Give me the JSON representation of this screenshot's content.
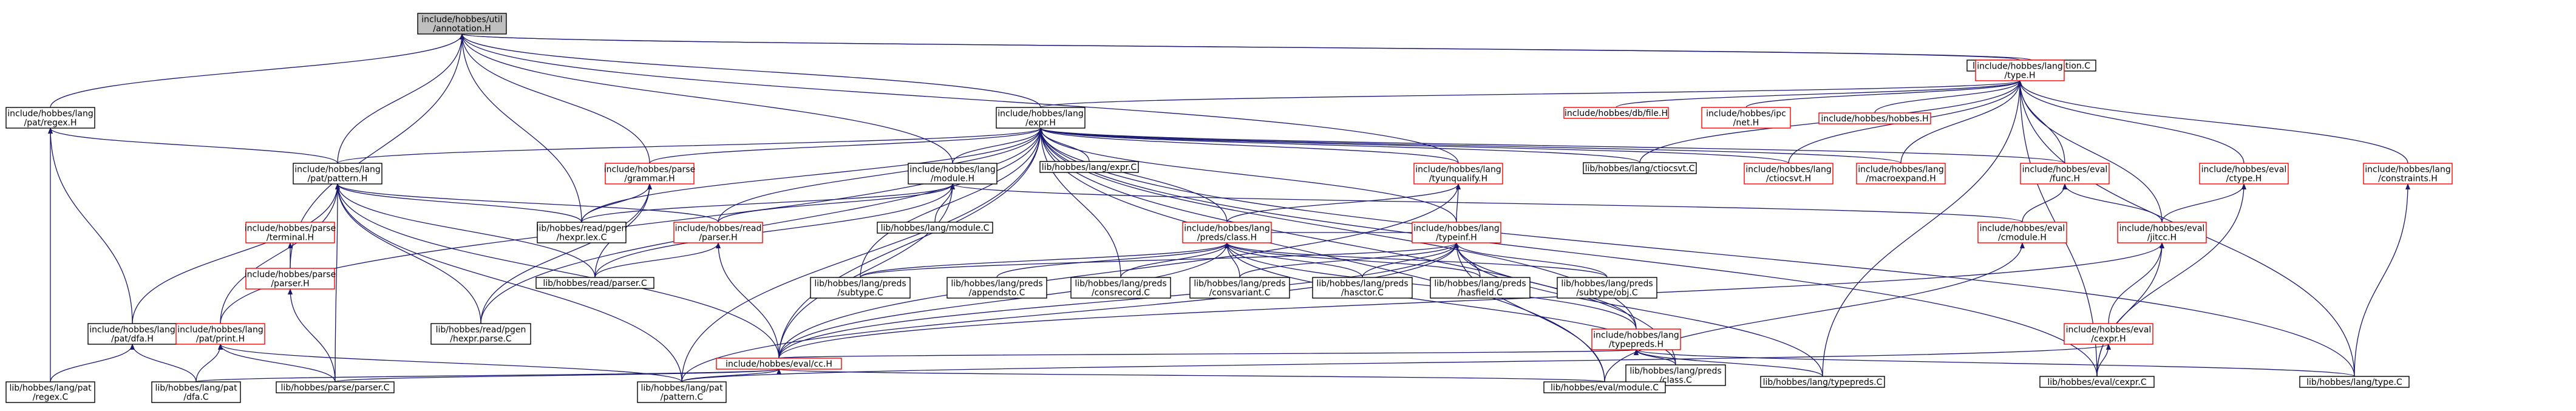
{
  "colors": {
    "edge": "#191970",
    "root_fill": "#bfbfbf",
    "node_fill": "#ffffff",
    "node_border": "#000000",
    "highlight_border": "#ff0000",
    "text": "#000000"
  },
  "nodes": [
    {
      "id": "annotation_h",
      "lines": [
        "include/hobbes/util",
        "/annotation.H"
      ],
      "border": "root"
    },
    {
      "id": "lang_regex_h",
      "lines": [
        "include/hobbes/lang",
        "/pat/regex.H"
      ],
      "border": "black"
    },
    {
      "id": "annotation_c",
      "lines": [
        "lib/hobbes/util/annotation.C"
      ],
      "border": "black"
    },
    {
      "id": "lang_type_h",
      "lines": [
        "include/hobbes/lang",
        "/type.H"
      ],
      "border": "red"
    },
    {
      "id": "lang_expr_h",
      "lines": [
        "include/hobbes/lang",
        "/expr.H"
      ],
      "border": "black"
    },
    {
      "id": "pattern_h",
      "lines": [
        "include/hobbes/lang",
        "/pat/pattern.H"
      ],
      "border": "black"
    },
    {
      "id": "grammar_h",
      "lines": [
        "include/hobbes/parse",
        "/grammar.H"
      ],
      "border": "red"
    },
    {
      "id": "module_h",
      "lines": [
        "include/hobbes/lang",
        "/module.H"
      ],
      "border": "black"
    },
    {
      "id": "expr_c",
      "lines": [
        "lib/hobbes/lang/expr.C"
      ],
      "border": "black"
    },
    {
      "id": "tyunqualify_h",
      "lines": [
        "include/hobbes/lang",
        "/tyunqualify.H"
      ],
      "border": "red"
    },
    {
      "id": "ctiocsvt_c",
      "lines": [
        "lib/hobbes/lang/ctiocsvt.C"
      ],
      "border": "black"
    },
    {
      "id": "ctiocsvt_h",
      "lines": [
        "include/hobbes/lang",
        "/ctiocsvt.H"
      ],
      "border": "red"
    },
    {
      "id": "macroexpand_h",
      "lines": [
        "include/hobbes/lang",
        "/macroexpand.H"
      ],
      "border": "red"
    },
    {
      "id": "eval_func_h",
      "lines": [
        "include/hobbes/eval",
        "/func.H"
      ],
      "border": "red"
    },
    {
      "id": "eval_ctype_h",
      "lines": [
        "include/hobbes/eval",
        "/ctype.H"
      ],
      "border": "red"
    },
    {
      "id": "constraints_h",
      "lines": [
        "include/hobbes/lang",
        "/constraints.H"
      ],
      "border": "red"
    },
    {
      "id": "db_file_h",
      "lines": [
        "include/hobbes/db/file.H"
      ],
      "border": "red"
    },
    {
      "id": "ipc_net_h",
      "lines": [
        "include/hobbes/ipc",
        "/net.H"
      ],
      "border": "red"
    },
    {
      "id": "hobbes_h",
      "lines": [
        "include/hobbes/hobbes.H"
      ],
      "border": "red"
    },
    {
      "id": "parse_terminal_h",
      "lines": [
        "include/hobbes/parse",
        "/terminal.H"
      ],
      "border": "red"
    },
    {
      "id": "parse_parser_h",
      "lines": [
        "include/hobbes/parse",
        "/parser.H"
      ],
      "border": "red"
    },
    {
      "id": "hexpr_lex_c",
      "lines": [
        "lib/hobbes/read/pgen",
        "/hexpr.lex.C"
      ],
      "border": "black"
    },
    {
      "id": "read_parser_h",
      "lines": [
        "include/hobbes/read",
        "/parser.H"
      ],
      "border": "red"
    },
    {
      "id": "module_c",
      "lines": [
        "lib/hobbes/lang/module.C"
      ],
      "border": "black"
    },
    {
      "id": "preds_class_h",
      "lines": [
        "include/hobbes/lang",
        "/preds/class.H"
      ],
      "border": "red"
    },
    {
      "id": "typeinf_h",
      "lines": [
        "include/hobbes/lang",
        "/typeinf.H"
      ],
      "border": "red"
    },
    {
      "id": "eval_cmodule_h",
      "lines": [
        "include/hobbes/eval",
        "/cmodule.H"
      ],
      "border": "red"
    },
    {
      "id": "eval_jitcc_h",
      "lines": [
        "include/hobbes/eval",
        "/jitcc.H"
      ],
      "border": "red"
    },
    {
      "id": "read_parser_c",
      "lines": [
        "lib/hobbes/read/parser.C"
      ],
      "border": "black"
    },
    {
      "id": "preds_subtype_c",
      "lines": [
        "lib/hobbes/lang/preds",
        "/subtype.C"
      ],
      "border": "black"
    },
    {
      "id": "preds_appendsto_c",
      "lines": [
        "lib/hobbes/lang/preds",
        "/appendsto.C"
      ],
      "border": "black"
    },
    {
      "id": "preds_consrecord_c",
      "lines": [
        "lib/hobbes/lang/preds",
        "/consrecord.C"
      ],
      "border": "black"
    },
    {
      "id": "preds_consvariant_c",
      "lines": [
        "lib/hobbes/lang/preds",
        "/consvariant.C"
      ],
      "border": "black"
    },
    {
      "id": "preds_hasctor_c",
      "lines": [
        "lib/hobbes/lang/preds",
        "/hasctor.C"
      ],
      "border": "black"
    },
    {
      "id": "preds_hasfield_c",
      "lines": [
        "lib/hobbes/lang/preds",
        "/hasfield.C"
      ],
      "border": "black"
    },
    {
      "id": "preds_subtype_obj_c",
      "lines": [
        "lib/hobbes/lang/preds",
        "/subtype/obj.C"
      ],
      "border": "black"
    },
    {
      "id": "typepreds_h",
      "lines": [
        "include/hobbes/lang",
        "/typepreds.H"
      ],
      "border": "red"
    },
    {
      "id": "eval_cexpr_h",
      "lines": [
        "include/hobbes/eval",
        "/cexpr.H"
      ],
      "border": "red"
    },
    {
      "id": "pat_dfa_h",
      "lines": [
        "include/hobbes/lang",
        "/pat/dfa.H"
      ],
      "border": "black"
    },
    {
      "id": "pat_print_h",
      "lines": [
        "include/hobbes/lang",
        "/pat/print.H"
      ],
      "border": "red"
    },
    {
      "id": "hexpr_parse_c",
      "lines": [
        "lib/hobbes/read/pgen",
        "/hexpr.parse.C"
      ],
      "border": "black"
    },
    {
      "id": "eval_cc_h",
      "lines": [
        "include/hobbes/eval/cc.H"
      ],
      "border": "red"
    },
    {
      "id": "preds_class_c",
      "lines": [
        "lib/hobbes/lang/preds",
        "/class.C"
      ],
      "border": "black"
    },
    {
      "id": "typepreds_c",
      "lines": [
        "lib/hobbes/lang/typepreds.C"
      ],
      "border": "black"
    },
    {
      "id": "eval_cexpr_c",
      "lines": [
        "lib/hobbes/eval/cexpr.C"
      ],
      "border": "black"
    },
    {
      "id": "type_c",
      "lines": [
        "lib/hobbes/lang/type.C"
      ],
      "border": "black"
    },
    {
      "id": "pat_regex_c",
      "lines": [
        "lib/hobbes/lang/pat",
        "/regex.C"
      ],
      "border": "black"
    },
    {
      "id": "pat_dfa_c",
      "lines": [
        "lib/hobbes/lang/pat",
        "/dfa.C"
      ],
      "border": "black"
    },
    {
      "id": "parse_parser_c",
      "lines": [
        "lib/hobbes/parse/parser.C"
      ],
      "border": "black"
    },
    {
      "id": "pat_pattern_c",
      "lines": [
        "lib/hobbes/lang/pat",
        "/pattern.C"
      ],
      "border": "black"
    },
    {
      "id": "eval_module_c",
      "lines": [
        "lib/hobbes/eval/module.C"
      ],
      "border": "black"
    }
  ],
  "edges": [
    [
      "lang_regex_h",
      "annotation_h"
    ],
    [
      "annotation_c",
      "annotation_h"
    ],
    [
      "lang_type_h",
      "annotation_h"
    ],
    [
      "lang_expr_h",
      "annotation_h"
    ],
    [
      "pattern_h",
      "annotation_h"
    ],
    [
      "grammar_h",
      "annotation_h"
    ],
    [
      "module_h",
      "annotation_h"
    ],
    [
      "parse_parser_h",
      "annotation_h"
    ],
    [
      "tyunqualify_h",
      "annotation_h"
    ],
    [
      "hexpr_lex_c",
      "annotation_h"
    ],
    [
      "lang_expr_h",
      "lang_type_h"
    ],
    [
      "db_file_h",
      "lang_type_h"
    ],
    [
      "ipc_net_h",
      "lang_type_h"
    ],
    [
      "hobbes_h",
      "lang_type_h"
    ],
    [
      "constraints_h",
      "lang_type_h"
    ],
    [
      "eval_ctype_h",
      "lang_type_h"
    ],
    [
      "eval_func_h",
      "lang_type_h"
    ],
    [
      "macroexpand_h",
      "lang_type_h"
    ],
    [
      "ctiocsvt_h",
      "lang_type_h"
    ],
    [
      "ctiocsvt_c",
      "lang_type_h"
    ],
    [
      "type_c",
      "lang_type_h"
    ],
    [
      "eval_cexpr_c",
      "lang_type_h"
    ],
    [
      "typepreds_c",
      "lang_type_h"
    ],
    [
      "eval_jitcc_h",
      "lang_type_h"
    ],
    [
      "pattern_h",
      "lang_expr_h"
    ],
    [
      "module_h",
      "lang_expr_h"
    ],
    [
      "grammar_h",
      "lang_expr_h"
    ],
    [
      "expr_c",
      "lang_expr_h"
    ],
    [
      "tyunqualify_h",
      "lang_expr_h"
    ],
    [
      "ctiocsvt_c",
      "lang_expr_h"
    ],
    [
      "ctiocsvt_h",
      "lang_expr_h"
    ],
    [
      "macroexpand_h",
      "lang_expr_h"
    ],
    [
      "eval_func_h",
      "lang_expr_h"
    ],
    [
      "preds_class_h",
      "lang_expr_h"
    ],
    [
      "typeinf_h",
      "lang_expr_h"
    ],
    [
      "read_parser_h",
      "lang_expr_h"
    ],
    [
      "hexpr_lex_c",
      "lang_expr_h"
    ],
    [
      "eval_cc_h",
      "lang_expr_h"
    ],
    [
      "typepreds_h",
      "lang_expr_h"
    ],
    [
      "eval_cexpr_c",
      "lang_expr_h"
    ],
    [
      "type_c",
      "lang_expr_h"
    ],
    [
      "pat_print_h",
      "lang_expr_h"
    ],
    [
      "preds_subtype_c",
      "lang_expr_h"
    ],
    [
      "preds_consrecord_c",
      "lang_expr_h"
    ],
    [
      "preds_class_c",
      "lang_expr_h"
    ],
    [
      "pat_pattern_c",
      "lang_expr_h"
    ],
    [
      "eval_module_c",
      "lang_expr_h"
    ],
    [
      "hexpr_parse_c",
      "lang_expr_h"
    ],
    [
      "pat_dfa_h",
      "lang_regex_h"
    ],
    [
      "pat_regex_c",
      "lang_regex_h"
    ],
    [
      "pattern_h",
      "lang_regex_h"
    ],
    [
      "pat_dfa_h",
      "pattern_h"
    ],
    [
      "pat_print_h",
      "pattern_h"
    ],
    [
      "read_parser_h",
      "pattern_h"
    ],
    [
      "hexpr_lex_c",
      "pattern_h"
    ],
    [
      "hexpr_parse_c",
      "pattern_h"
    ],
    [
      "parse_parser_c",
      "pattern_h"
    ],
    [
      "pat_pattern_c",
      "pattern_h"
    ],
    [
      "eval_cc_h",
      "pattern_h"
    ],
    [
      "read_parser_c",
      "pattern_h"
    ],
    [
      "hexpr_lex_c",
      "grammar_h"
    ],
    [
      "read_parser_c",
      "grammar_h"
    ],
    [
      "hexpr_parse_c",
      "grammar_h"
    ],
    [
      "read_parser_h",
      "module_h"
    ],
    [
      "module_c",
      "module_h"
    ],
    [
      "eval_cc_h",
      "module_h"
    ],
    [
      "hexpr_lex_c",
      "module_h"
    ],
    [
      "eval_cmodule_h",
      "module_h"
    ],
    [
      "read_parser_c",
      "module_h"
    ],
    [
      "preds_class_h",
      "tyunqualify_h"
    ],
    [
      "typeinf_h",
      "tyunqualify_h"
    ],
    [
      "eval_cc_h",
      "tyunqualify_h"
    ],
    [
      "eval_cmodule_h",
      "eval_func_h"
    ],
    [
      "eval_jitcc_h",
      "eval_func_h"
    ],
    [
      "eval_jitcc_h",
      "eval_ctype_h"
    ],
    [
      "eval_cexpr_c",
      "eval_ctype_h"
    ],
    [
      "type_c",
      "constraints_h"
    ],
    [
      "parse_parser_h",
      "parse_terminal_h"
    ],
    [
      "parse_parser_c",
      "parse_parser_h"
    ],
    [
      "read_parser_c",
      "read_parser_h"
    ],
    [
      "eval_cc_h",
      "read_parser_h"
    ],
    [
      "typeinf_h",
      "preds_class_h"
    ],
    [
      "preds_subtype_c",
      "preds_class_h"
    ],
    [
      "preds_appendsto_c",
      "preds_class_h"
    ],
    [
      "preds_consrecord_c",
      "preds_class_h"
    ],
    [
      "preds_consvariant_c",
      "preds_class_h"
    ],
    [
      "preds_hasctor_c",
      "preds_class_h"
    ],
    [
      "preds_hasfield_c",
      "preds_class_h"
    ],
    [
      "preds_subtype_obj_c",
      "preds_class_h"
    ],
    [
      "preds_class_c",
      "preds_class_h"
    ],
    [
      "typepreds_h",
      "preds_class_h"
    ],
    [
      "eval_cc_h",
      "preds_class_h"
    ],
    [
      "typepreds_h",
      "typeinf_h"
    ],
    [
      "preds_subtype_c",
      "typeinf_h"
    ],
    [
      "preds_hasfield_c",
      "typeinf_h"
    ],
    [
      "preds_hasctor_c",
      "typeinf_h"
    ],
    [
      "preds_consvariant_c",
      "typeinf_h"
    ],
    [
      "preds_subtype_obj_c",
      "typeinf_h"
    ],
    [
      "typepreds_c",
      "typeinf_h"
    ],
    [
      "eval_cc_h",
      "typeinf_h"
    ],
    [
      "pat_pattern_c",
      "typeinf_h"
    ],
    [
      "eval_module_c",
      "typeinf_h"
    ],
    [
      "eval_module_c",
      "eval_cmodule_h"
    ],
    [
      "eval_cexpr_h",
      "eval_jitcc_h"
    ],
    [
      "eval_cc_h",
      "eval_jitcc_h"
    ],
    [
      "eval_cexpr_c",
      "eval_jitcc_h"
    ],
    [
      "eval_cexpr_c",
      "eval_cexpr_h"
    ],
    [
      "pat_pattern_c",
      "eval_cexpr_h"
    ],
    [
      "eval_cc_h",
      "typepreds_h"
    ],
    [
      "preds_class_c",
      "typepreds_h"
    ],
    [
      "typepreds_c",
      "typepreds_h"
    ],
    [
      "type_c",
      "typepreds_h"
    ],
    [
      "pat_dfa_c",
      "pat_dfa_h"
    ],
    [
      "pat_regex_c",
      "pat_dfa_h"
    ],
    [
      "pat_dfa_c",
      "pat_print_h"
    ],
    [
      "parse_parser_c",
      "pat_print_h"
    ],
    [
      "pat_pattern_c",
      "pat_print_h"
    ],
    [
      "pat_dfa_c",
      "eval_cc_h"
    ],
    [
      "pat_pattern_c",
      "eval_cc_h"
    ],
    [
      "eval_module_c",
      "eval_cc_h"
    ],
    [
      "parse_parser_c",
      "eval_cc_h"
    ]
  ]
}
